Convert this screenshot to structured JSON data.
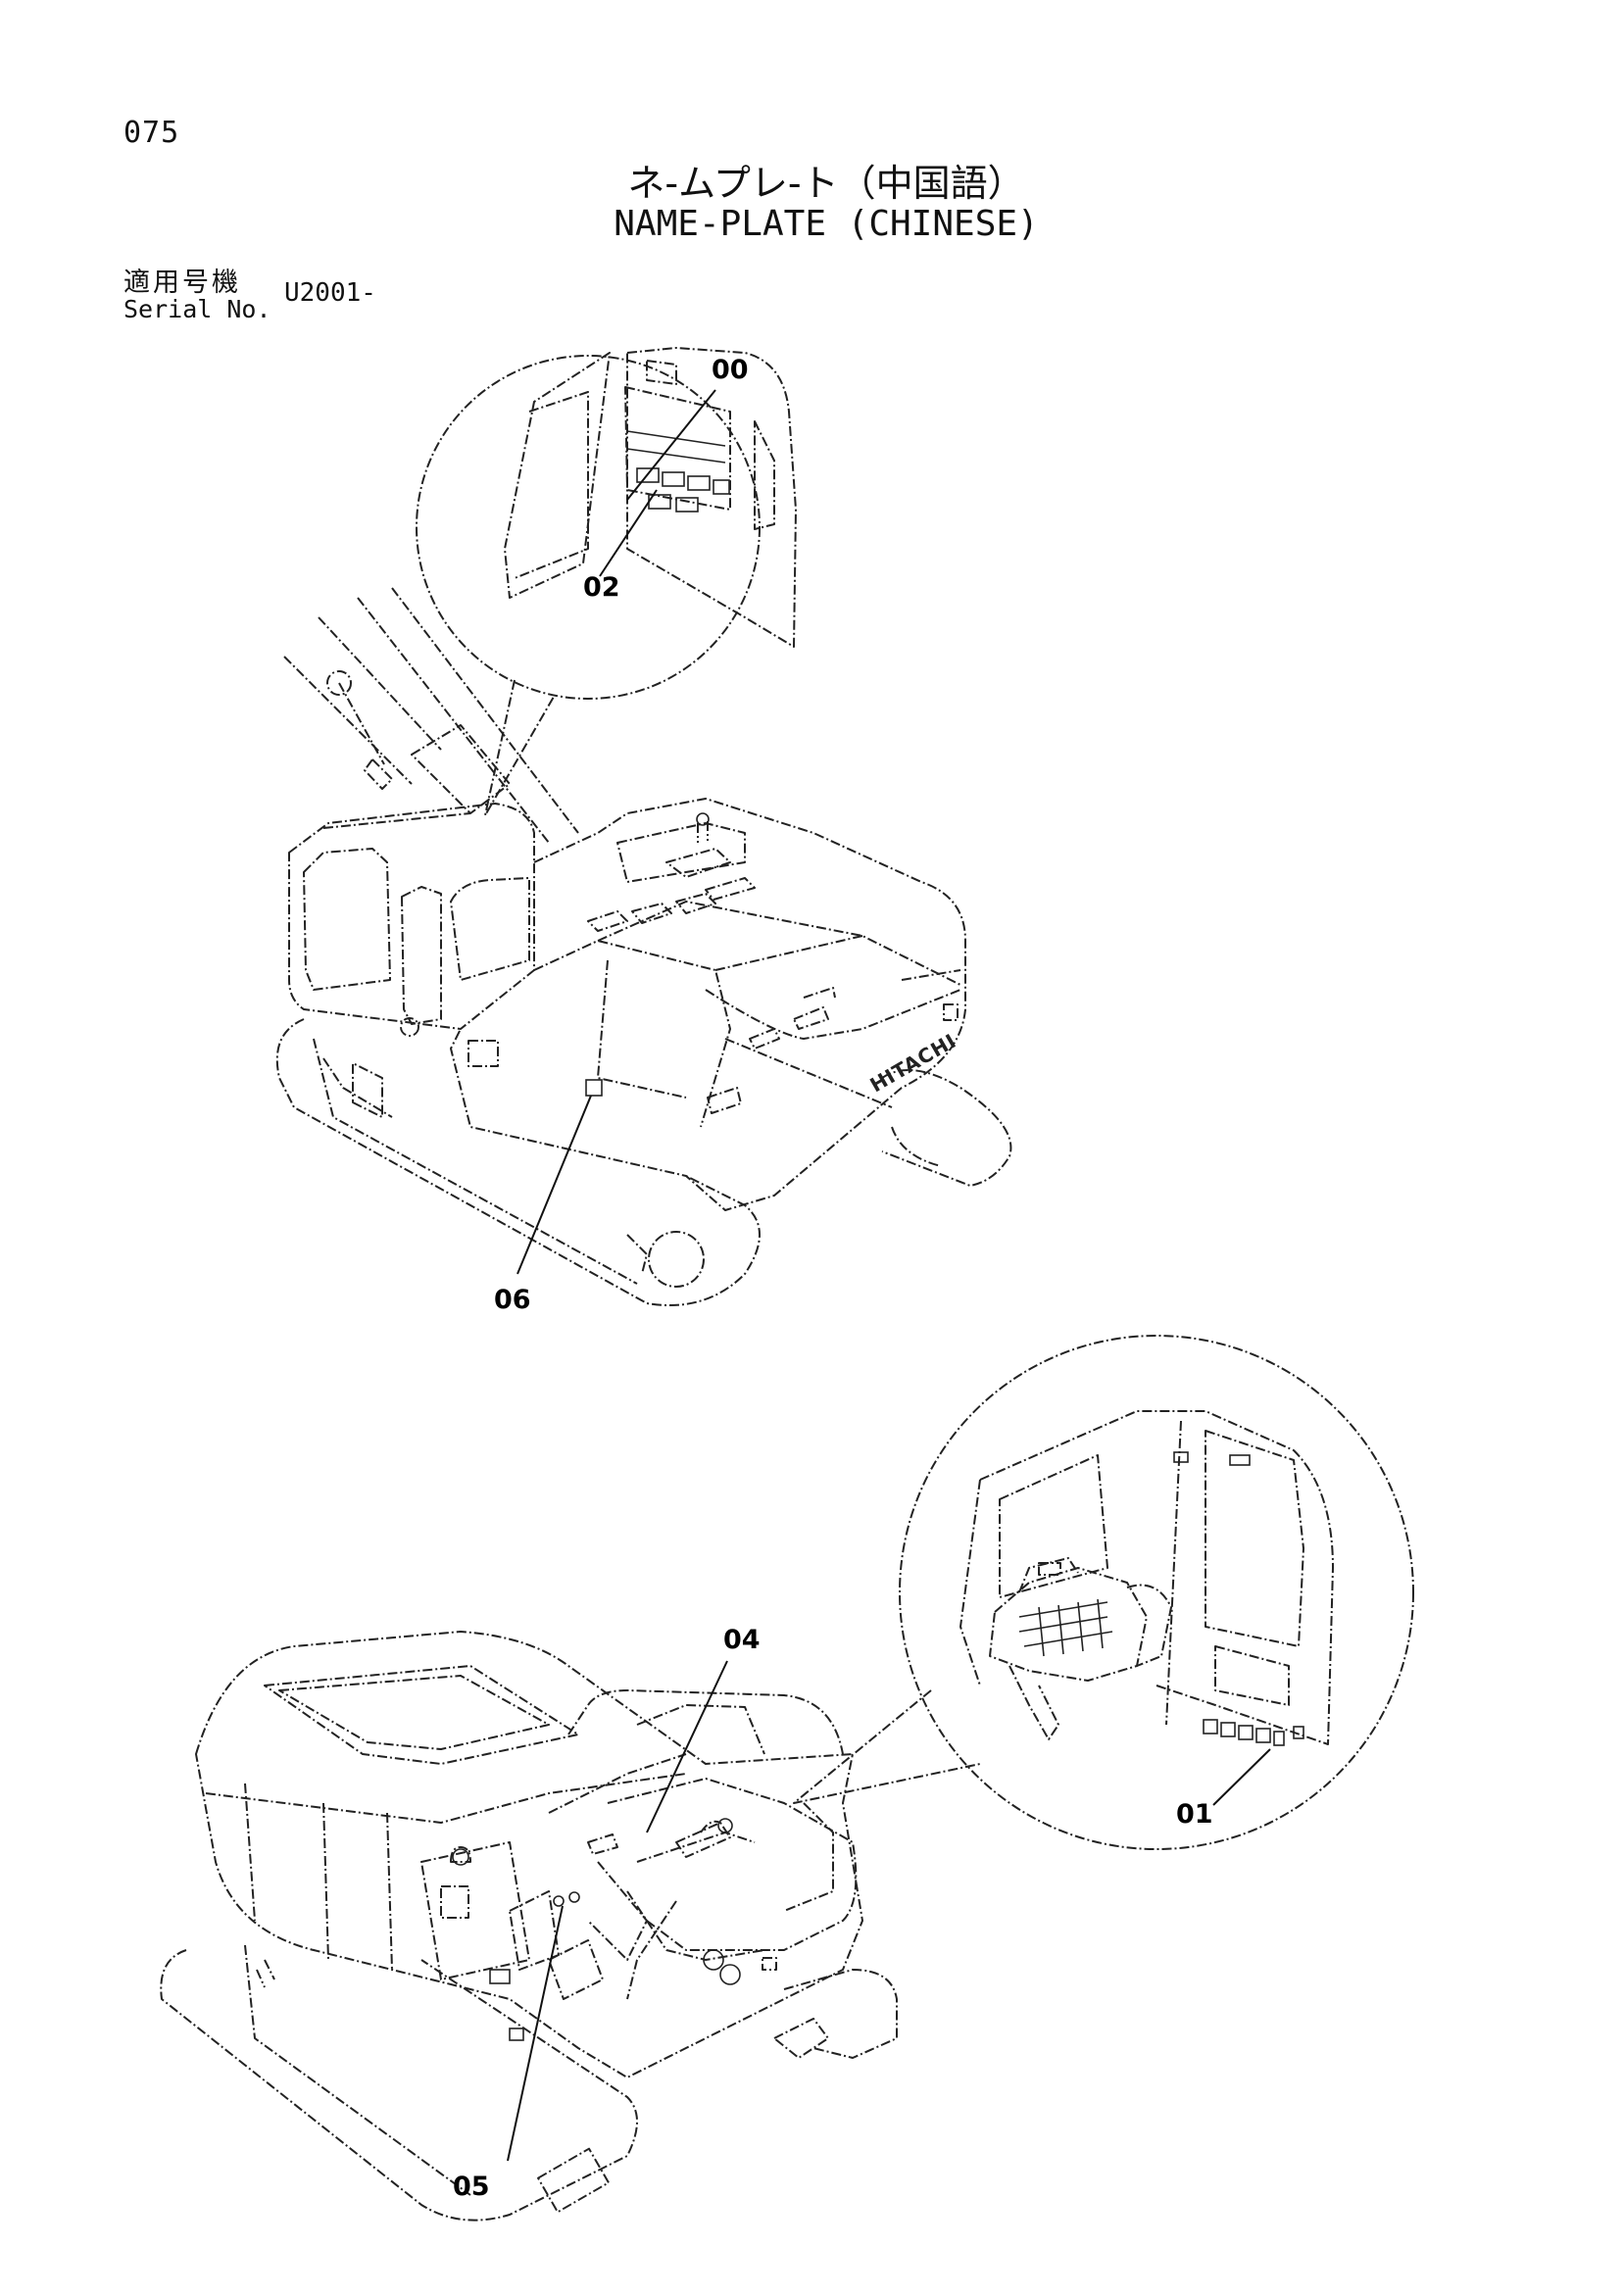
{
  "header": {
    "page_number": "075",
    "title_jp": "ネ-ムプレ-ト（中国語）",
    "title_en": "NAME-PLATE (CHINESE)"
  },
  "serial": {
    "label_jp": "適用号機",
    "label_en": "Serial No.",
    "value": "U2001-"
  },
  "machine_logo": "HITACHI",
  "callouts": {
    "c00": "00",
    "c02": "02",
    "c06": "06",
    "c04": "04",
    "c01": "01",
    "c05": "05"
  }
}
